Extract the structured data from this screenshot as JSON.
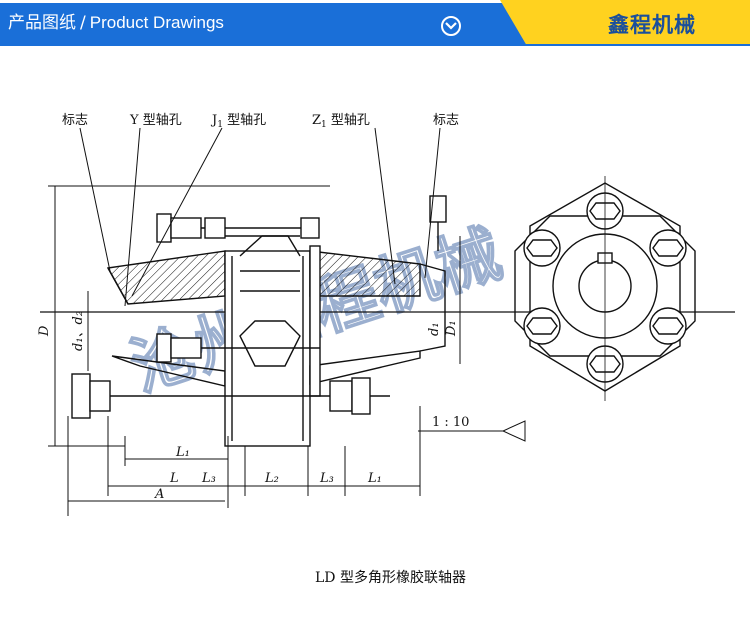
{
  "header": {
    "title_cn": "产品图纸",
    "separator": "/",
    "title_en": "Product Drawings",
    "brand": "鑫程机械",
    "toggle_icon": "chevron-down-icon",
    "colors": {
      "blue": "#1a6fd8",
      "yellow": "#ffd21f",
      "brand_text": "#1a4f9c"
    }
  },
  "drawing": {
    "labels": {
      "mark_left": "标志",
      "y_bore": "Y 型轴孔",
      "j1_bore_letter": "J",
      "j1_bore_sub": "1",
      "j1_bore_text": " 型轴孔",
      "z1_bore_letter": "Z",
      "z1_bore_sub": "1",
      "z1_bore_text": " 型轴孔",
      "mark_right": "标志",
      "D": "D",
      "d1d2": "d₁、d₂",
      "d1": "d₁",
      "D1": "D₁",
      "ratio": "1 : 10",
      "L1_top": "L₁",
      "L": "L",
      "L3_left": "L₃",
      "L2": "L₂",
      "L3_right": "L₃",
      "L1_right": "L₁",
      "A": "A"
    },
    "watermark": "沧州鑫程机械"
  },
  "caption": "LD 型多角形橡胶联轴器"
}
